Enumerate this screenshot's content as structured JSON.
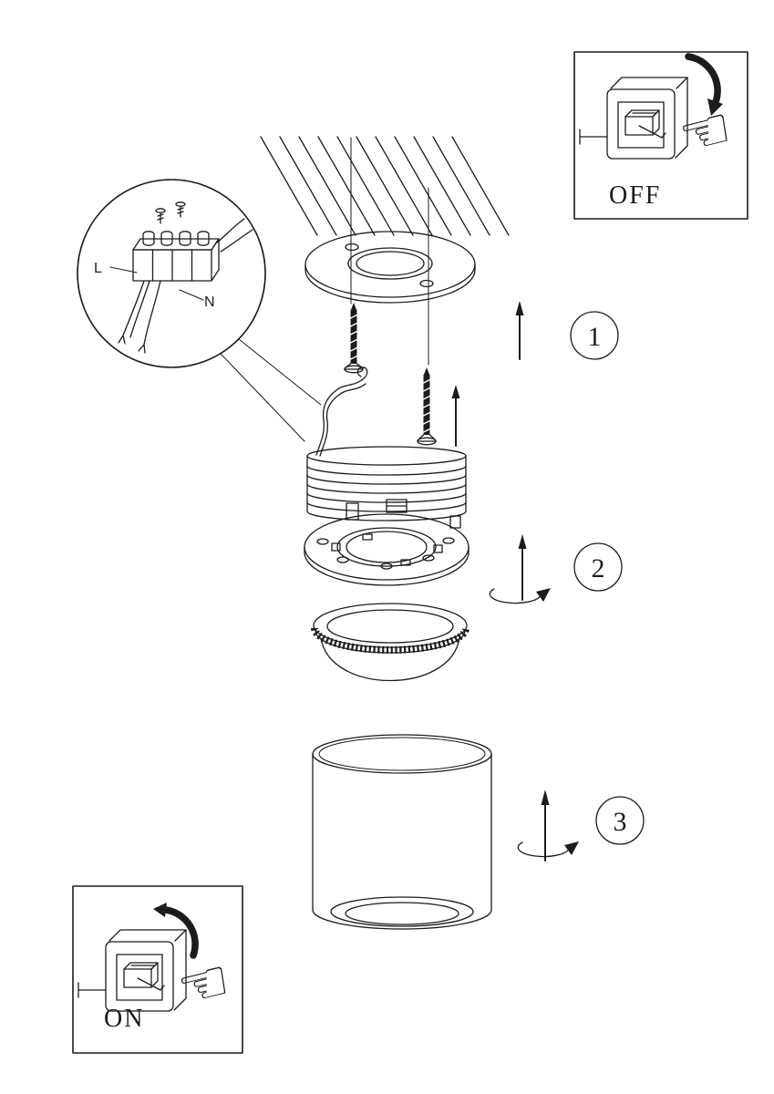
{
  "diagram": {
    "switch_off": {
      "label": "OFF"
    },
    "switch_on": {
      "label": "ON"
    },
    "wiring": {
      "line_label": "L",
      "neutral_label": "N"
    },
    "steps": [
      {
        "number": "1"
      },
      {
        "number": "2"
      },
      {
        "number": "3"
      }
    ],
    "icons": {
      "pointing_hand": "☜"
    },
    "colors": {
      "line": "#1c1c1c",
      "background": "#ffffff"
    }
  }
}
